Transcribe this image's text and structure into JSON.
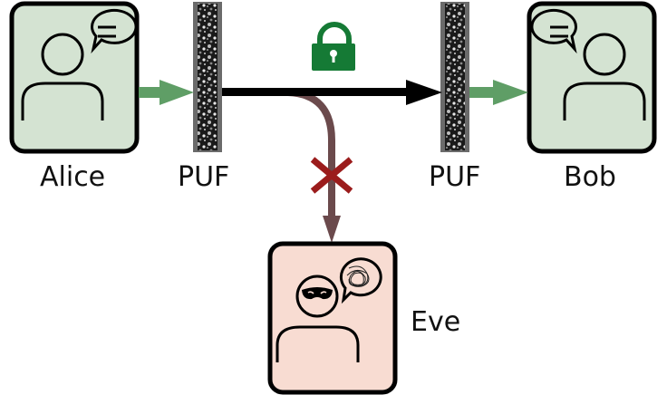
{
  "title": "PUF-based secure communication",
  "nodes": {
    "alice": {
      "label": "Alice",
      "fill": "#d4e3d2",
      "role": "sender"
    },
    "bob": {
      "label": "Bob",
      "fill": "#d4e3d2",
      "role": "receiver"
    },
    "eve": {
      "label": "Eve",
      "fill": "#f8dcd2",
      "role": "eavesdropper"
    },
    "puf_left": {
      "label": "PUF"
    },
    "puf_right": {
      "label": "PUF"
    }
  },
  "edges": [
    {
      "from": "alice",
      "to": "puf_left",
      "color": "#5f9e66"
    },
    {
      "from": "puf_left",
      "to": "puf_right",
      "color": "#000000",
      "secured": true
    },
    {
      "from": "puf_right",
      "to": "bob",
      "color": "#5f9e66"
    },
    {
      "from": "channel",
      "to": "eve",
      "color": "#6b4a4c",
      "blocked": true
    }
  ],
  "icons": {
    "lock": {
      "name": "lock-icon",
      "color": "#157a35"
    },
    "block": {
      "name": "cross-icon",
      "color": "#9b1c1c"
    }
  }
}
